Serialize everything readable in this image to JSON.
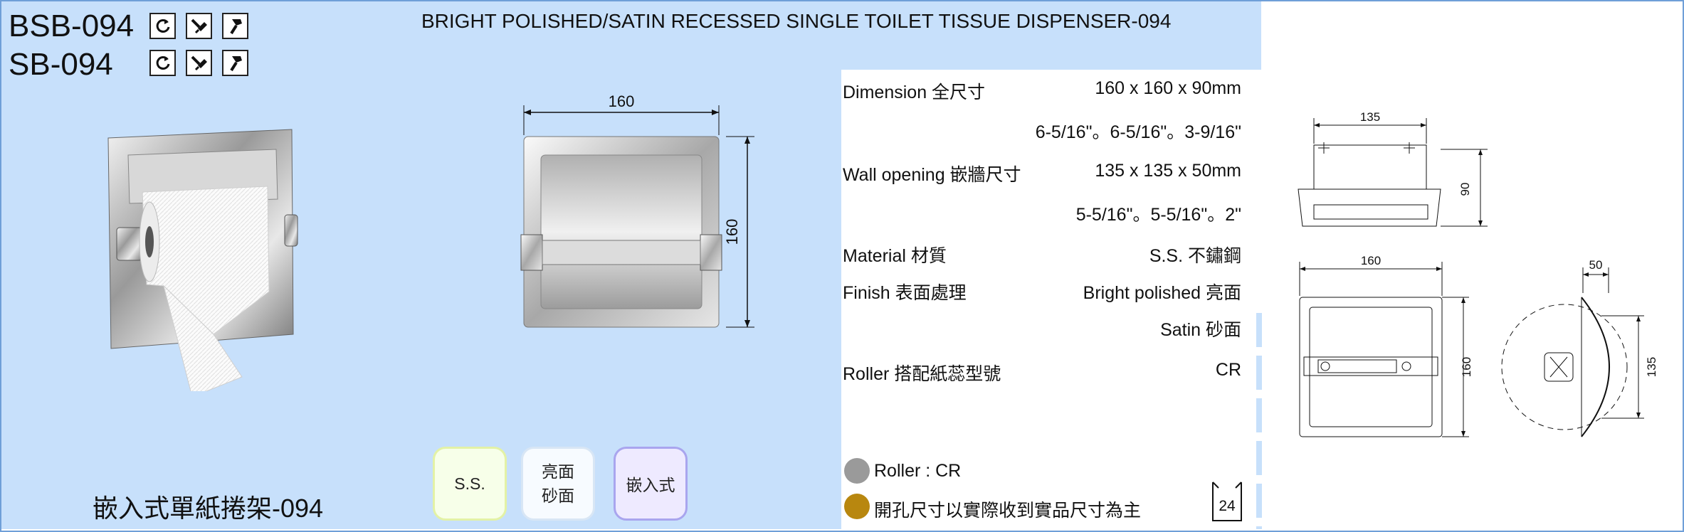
{
  "header": {
    "model_bsb": "BSB-094",
    "model_sb": "SB-094",
    "title": "BRIGHT POLISHED/SATIN  RECESSED SINGLE TOILET TISSUE DISPENSER-094"
  },
  "icons": [
    "rotate-icon",
    "screw-icon",
    "hammer-icon"
  ],
  "product": {
    "chinese_name": "嵌入式單紙捲架-094"
  },
  "front_view": {
    "width_label": "160",
    "height_label": "160"
  },
  "badges": {
    "material": "S.S.",
    "finish_line1": "亮面",
    "finish_line2": "砂面",
    "mount": "嵌入式"
  },
  "specs": {
    "dimension_label": "Dimension 全尺寸",
    "dimension_mm": "160 x 160 x 90mm",
    "dimension_in": "6-5/16\"。6-5/16\"。3-9/16\"",
    "wall_label": "Wall opening 嵌牆尺寸",
    "wall_mm": "135 x 135 x 50mm",
    "wall_in": "5-5/16\"。5-5/16\"。2\"",
    "material_label": "Material 材質",
    "material_value": "S.S. 不鏽鋼",
    "finish_label": "Finish 表面處理",
    "finish_value1": "Bright polished 亮面",
    "finish_value2": "Satin 砂面",
    "roller_label": "Roller 搭配紙蕊型號",
    "roller_value": "CR"
  },
  "notes": {
    "roller": "Roller : CR",
    "opening": "開孔尺寸以實際收到實品尺寸為主",
    "roller_dot_color": "#9a9a9a",
    "opening_dot_color": "#b8870f"
  },
  "page": {
    "number": "24"
  },
  "drawings": {
    "top_width": "135",
    "top_depth": "90",
    "front_width": "160",
    "front_height": "160",
    "side_depth": "50",
    "side_height": "135"
  },
  "colors": {
    "panel_blue": "#c7e0fb",
    "border_blue": "#6f9fd8"
  }
}
